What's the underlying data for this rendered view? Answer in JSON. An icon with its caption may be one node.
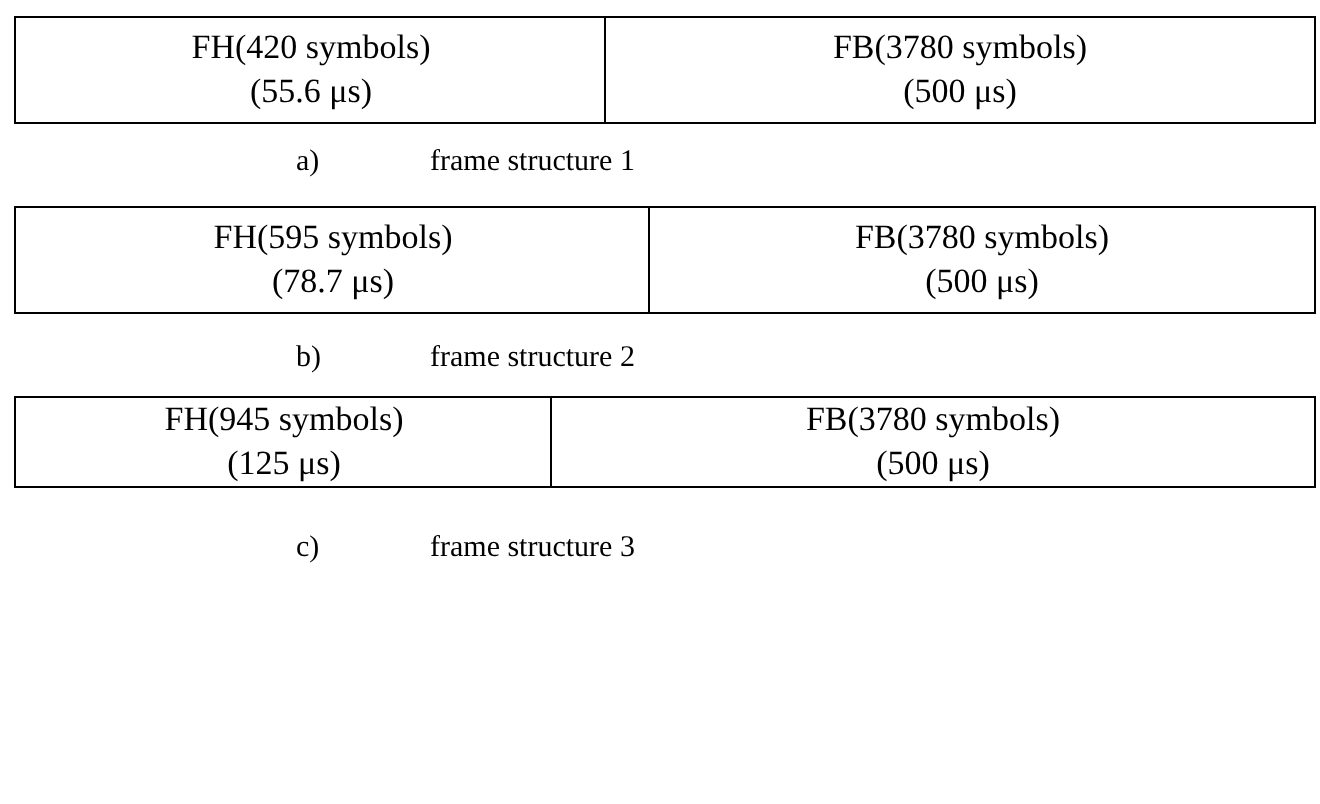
{
  "diagram": {
    "nodes": [
      {
        "text": [
          "FH(420 symbols) (55.6 μs)"
        ]
      },
      {
        "text": [
          "FB(3780 symbols) (500 μs)"
        ]
      },
      {
        "text": [
          "FH(595 symbols) (78.7 μs)"
        ]
      },
      {
        "text": [
          "FB(3780 symbols) (500 μs)"
        ]
      },
      {
        "text": [
          "FH(945 symbols) (125 μs)"
        ]
      },
      {
        "text": [
          "FB(3780 symbols) (500 μs)"
        ]
      }
    ],
    "labels": [
      "a)",
      "frame structure 1",
      "b)",
      "frame structure 2",
      "c)",
      "frame structure 3"
    ]
  }
}
